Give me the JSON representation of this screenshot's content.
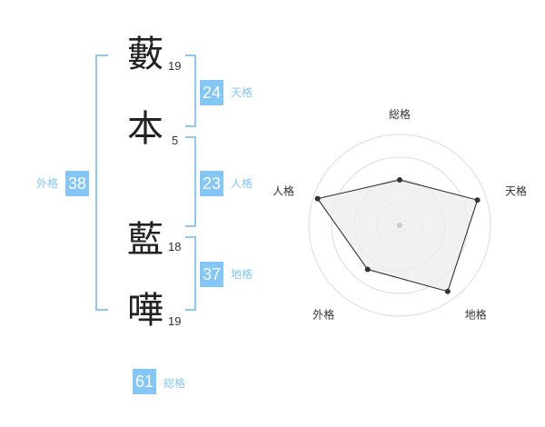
{
  "name_chars": [
    {
      "char": "藪",
      "strokes": "19"
    },
    {
      "char": "本",
      "strokes": "5"
    },
    {
      "char": "藍",
      "strokes": "18"
    },
    {
      "char": "嘩",
      "strokes": "19"
    }
  ],
  "fortunes": {
    "tenkaku": {
      "value": "24",
      "label": "天格"
    },
    "jinkaku": {
      "value": "23",
      "label": "人格"
    },
    "chikaku": {
      "value": "37",
      "label": "地格"
    },
    "gaikaku": {
      "value": "38",
      "label": "外格"
    },
    "soukaku": {
      "value": "61",
      "label": "総格"
    }
  },
  "colors": {
    "accent": "#84c6f5",
    "bracket": "#8fc9f0",
    "text": "#222222"
  },
  "chart_data": {
    "type": "radar",
    "axes": [
      "総格",
      "天格",
      "地格",
      "外格",
      "人格"
    ],
    "values": [
      0.5,
      0.9,
      0.9,
      0.6,
      0.95
    ],
    "range": [
      0,
      1
    ],
    "rings": 4,
    "fill_color": "#eeeeee",
    "line_color": "#222222"
  }
}
